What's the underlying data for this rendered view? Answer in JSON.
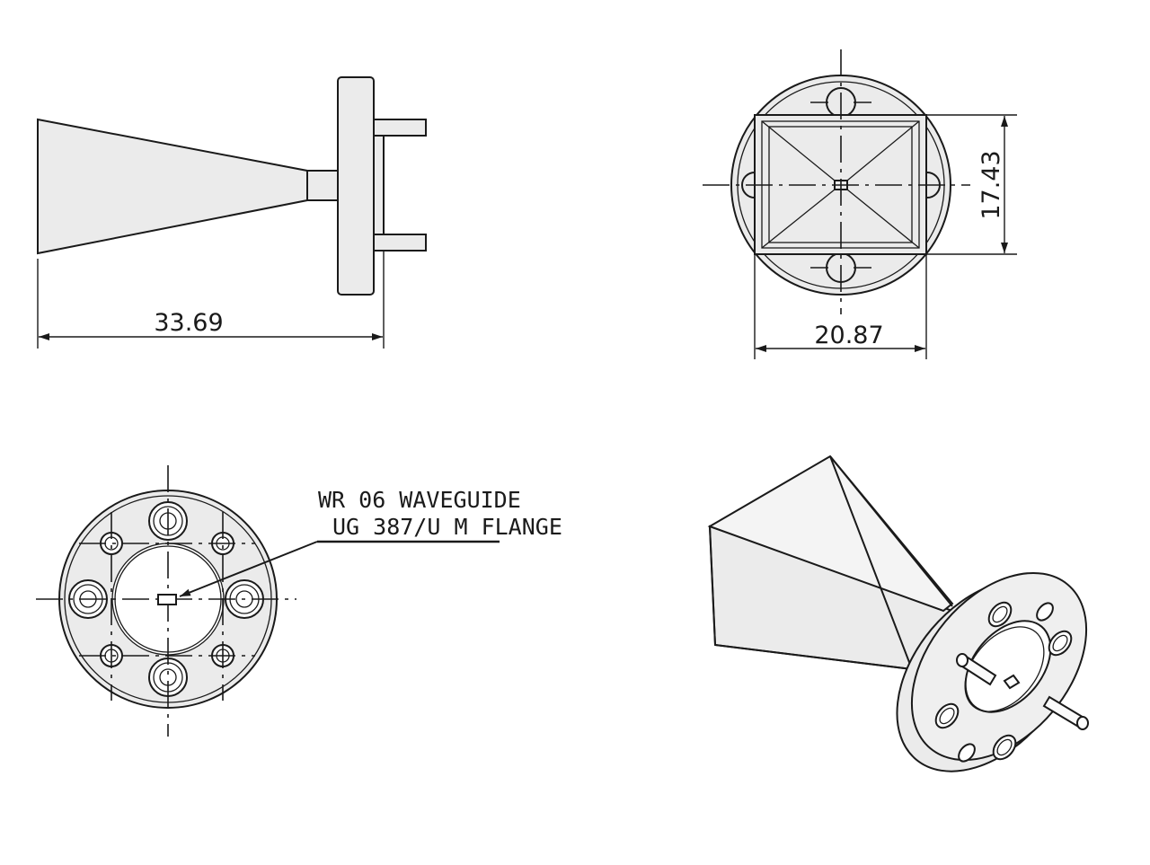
{
  "dimensions": {
    "horn_length": "33.69",
    "aperture_height": "17.43",
    "aperture_width": "20.87"
  },
  "callout": {
    "line1": "WR 06 WAVEGUIDE",
    "line2": "UG 387/U M FLANGE"
  }
}
